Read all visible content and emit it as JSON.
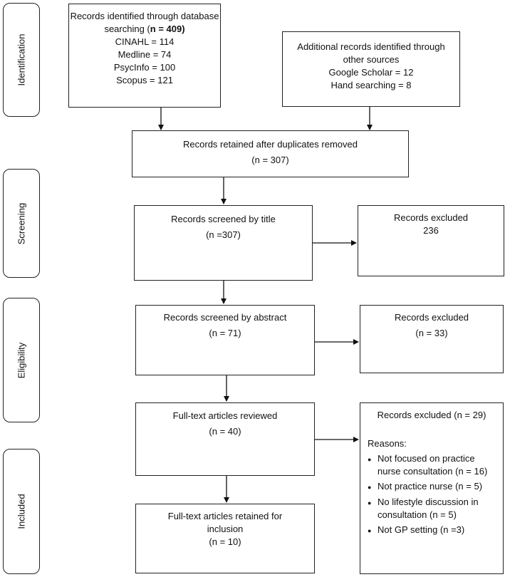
{
  "stages": {
    "identification": "Identification",
    "screening": "Screening",
    "eligibility": "Eligibility",
    "included": "Included"
  },
  "identification": {
    "database": {
      "line1": "Records identified through database",
      "line2_prefix": "searching (",
      "line2_bold": "n = 409)",
      "sources": [
        "CINAHL = 114",
        "Medline = 74",
        "PsycInfo = 100",
        "Scopus = 121"
      ]
    },
    "other": {
      "lines": [
        "Additional records identified through",
        "other sources",
        "Google Scholar = 12",
        "Hand searching = 8"
      ]
    }
  },
  "duplicates": {
    "title": "Records retained after duplicates removed",
    "count": "(n = 307)"
  },
  "screen_title": {
    "title": "Records screened by title",
    "count": "(n =307)"
  },
  "excluded_title": {
    "title": "Records excluded",
    "count": "236"
  },
  "screen_abstract": {
    "title": "Records screened by abstract",
    "count": "(n = 71)"
  },
  "excluded_abstract": {
    "title": "Records excluded",
    "count": "(n = 33)"
  },
  "fulltext": {
    "title": "Full-text articles reviewed",
    "count": "(n = 40)"
  },
  "excluded_fulltext": {
    "title": "Records excluded (n = 29)",
    "reasons_label": "Reasons:",
    "reasons": [
      [
        "Not focused on practice",
        "nurse consultation (n = 16)"
      ],
      [
        "Not practice nurse (n = 5)"
      ],
      [
        "No lifestyle discussion in",
        "consultation (n = 5)"
      ],
      [
        "Not GP setting (n =3)"
      ]
    ]
  },
  "included": {
    "line1": "Full-text articles retained for",
    "line2": "inclusion",
    "count": "(n = 10)"
  }
}
